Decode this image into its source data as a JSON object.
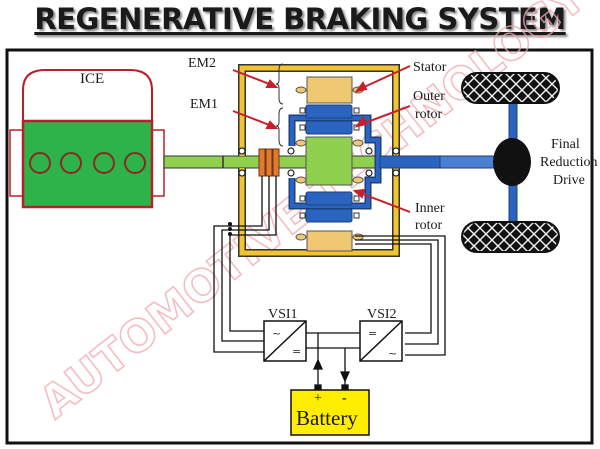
{
  "title": "REGENERATIVE BRAKING SYSTEM",
  "labels": {
    "ice": "ICE",
    "em2": "EM2",
    "em1": "EM1",
    "stator": "Stator",
    "outer_rotor_1": "Outer",
    "outer_rotor_2": "rotor",
    "inner_rotor_1": "Inner",
    "inner_rotor_2": "rotor",
    "final_1": "Final",
    "final_2": "Reduction",
    "final_3": "Drive",
    "vsi1": "VSI1",
    "vsi2": "VSI2",
    "battery": "Battery",
    "battery_plus": "+",
    "battery_minus": "-",
    "ac_symbol": "~",
    "dc_symbol": "="
  },
  "watermark": "AUTOMOTIVE TECHNOLOGY",
  "colors": {
    "engine_green": "#2eb24a",
    "engine_outline": "#b5222a",
    "shaft_green": "#8fd14f",
    "housing_yellow": "#f2c431",
    "stator_tan": "#f1c872",
    "rotor_blue": "#2a64c0",
    "wheel_black": "#111111",
    "battery_yellow": "#ffee00",
    "arrow_red": "#c8202a",
    "slip_ring_orange": "#e07a2e"
  }
}
